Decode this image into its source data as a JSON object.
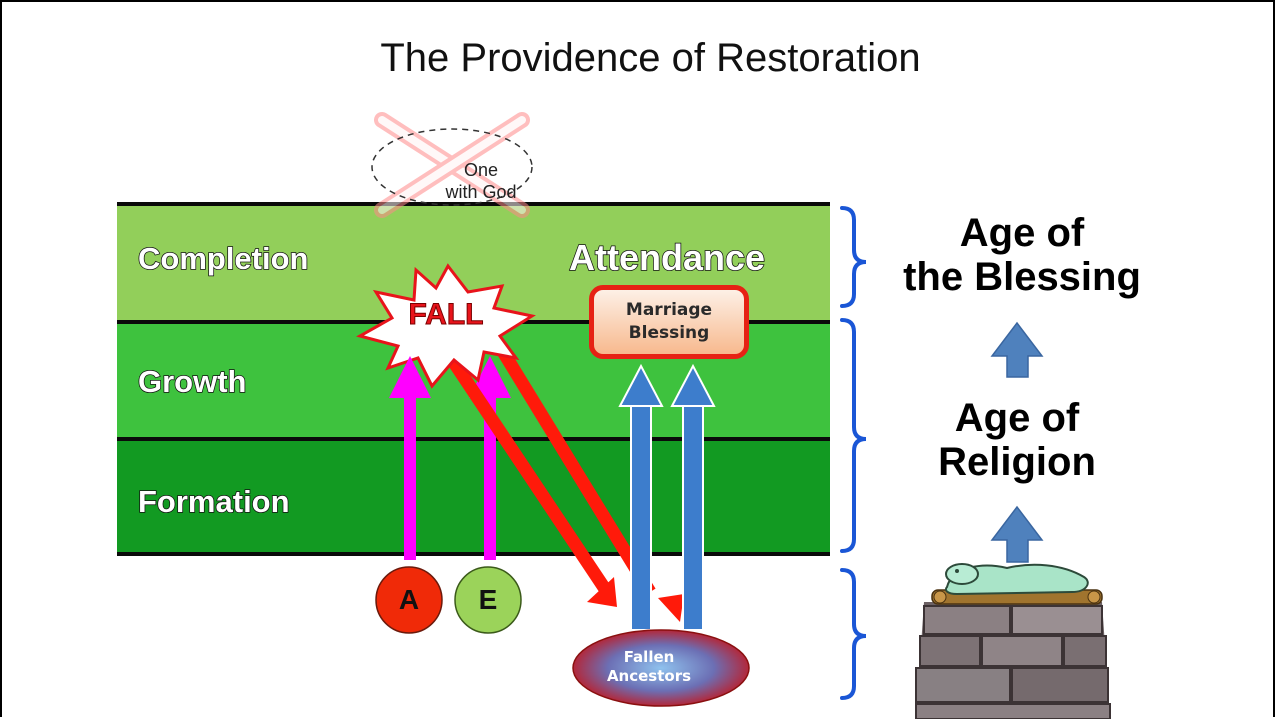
{
  "title": "The Providence of Restoration",
  "stages": {
    "completion": "Completion",
    "growth": "Growth",
    "formation": "Formation"
  },
  "attendance": "Attendance",
  "one_with_god": [
    "One",
    "with God"
  ],
  "fall": "FALL",
  "marriage_blessing": [
    "Marriage",
    "Blessing"
  ],
  "adam": "A",
  "eve": "E",
  "fallen_ancestors": [
    "Fallen",
    "Ancestors"
  ],
  "ages": {
    "blessing": [
      "Age of",
      "the Blessing"
    ],
    "religion": [
      "Age of",
      "Religion"
    ]
  },
  "colors": {
    "completion_band": "#92cf5a",
    "growth_band": "#3ec23e",
    "formation_band": "#129a22",
    "growth_arrows": "#ff00ff",
    "fall_arrows": "#ff1a0a",
    "restoration_arrows": "#3d7dcc",
    "bracket": "#1a56d6"
  },
  "icons": [
    "cross-out-icon",
    "fall-burst-icon",
    "up-arrow-icon",
    "bracket-icon",
    "altar-offering-icon"
  ]
}
